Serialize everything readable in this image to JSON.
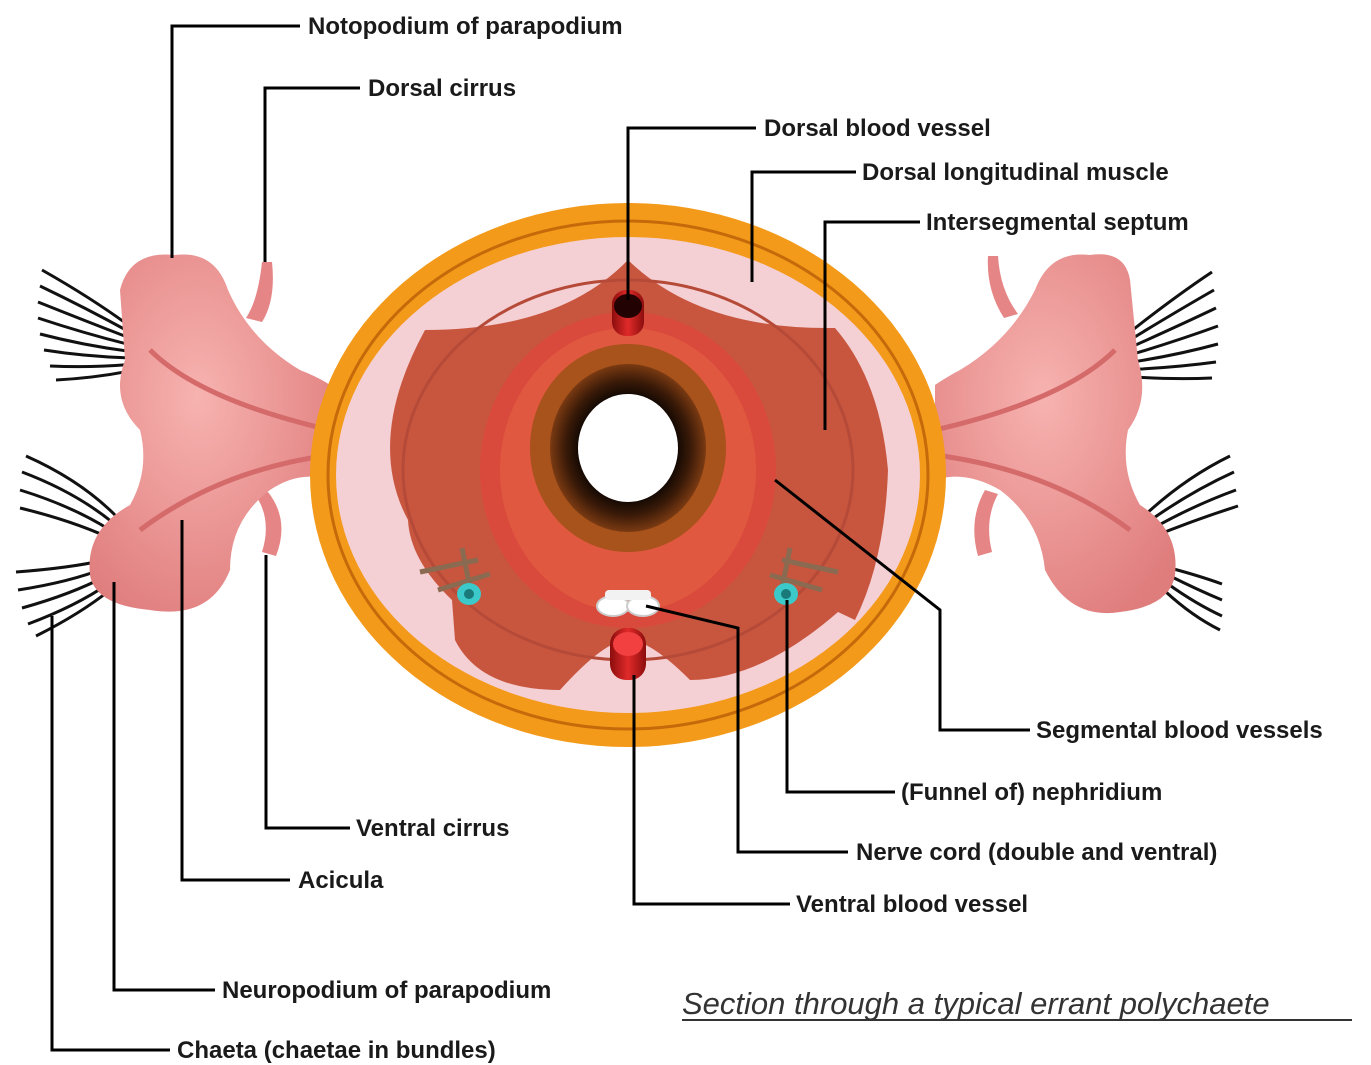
{
  "labels": {
    "notopodium": "Notopodium of parapodium",
    "dorsal_cirrus": "Dorsal cirrus",
    "dorsal_blood_vessel": "Dorsal blood vessel",
    "dorsal_longitudinal_muscle": "Dorsal longitudinal muscle",
    "intersegmental_septum": "Intersegmental septum",
    "segmental_blood_vessels": "Segmental blood vessels",
    "funnel_nephridium": "(Funnel of) nephridium",
    "nerve_cord": "Nerve cord (double and ventral)",
    "ventral_blood_vessel": "Ventral blood vessel",
    "ventral_cirrus": "Ventral cirrus",
    "acicula": "Acicula",
    "neuropodium": "Neuropodium of parapodium",
    "chaeta": "Chaeta (chaetae in bundles)"
  },
  "caption": "Section through a typical errant polychaete",
  "colors": {
    "cuticle": "#f39a1a",
    "muscle": "#f4cfd3",
    "coelom": "#c8563f",
    "parapodium": "#ec8f8f",
    "blood": "#d41919",
    "nephridium": "#3cc9c9"
  }
}
